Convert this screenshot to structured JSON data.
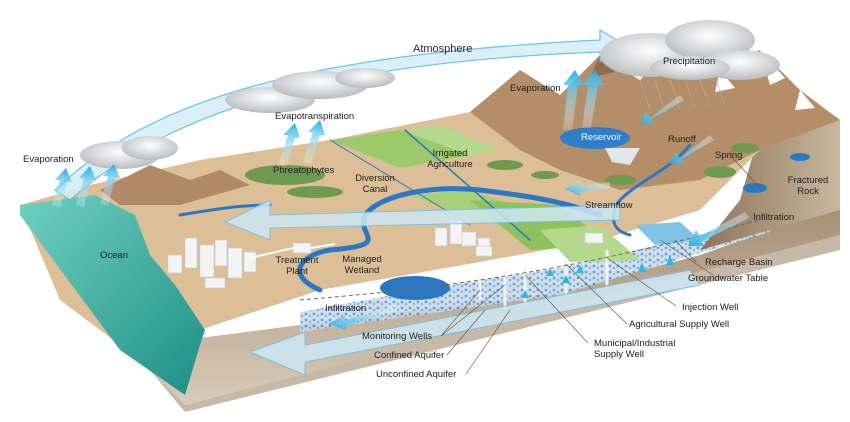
{
  "diagram": {
    "type": "hydrologic-cycle-cross-section",
    "colors": {
      "ocean": "#2fa79a",
      "land": "#d9b98e",
      "mountain": "#b08a66",
      "vegetation": "#6f9a4e",
      "field": "#9cc96a",
      "water": "#2a78c4",
      "arrow_flow": "#29b6e8",
      "arrow_band": "#d6eef8",
      "soil_side": "#c9b79f",
      "aquifer": "#4a8fd1"
    },
    "labels": {
      "atmosphere": "Atmosphere",
      "evaporation_ocean": "Evaporation",
      "evapotranspiration": "Evapotranspiration",
      "evaporation_reservoir": "Evaporation",
      "precipitation": "Precipitation",
      "phreatophytes": "Phreatophytes",
      "diversion_canal_1": "Diversion",
      "diversion_canal_2": "Canal",
      "irrigated_agriculture_1": "Irrigated",
      "irrigated_agriculture_2": "Agriculture",
      "reservoir": "Reservoir",
      "runoff": "Runoff",
      "spring": "Spring",
      "fractured_rock_1": "Fractured",
      "fractured_rock_2": "Rock",
      "streamflow": "Streamflow",
      "infiltration_mountain": "Infiltration",
      "recharge_basin": "Recharge Basin",
      "groundwater_table": "Groundwater Table",
      "ocean": "Ocean",
      "treatment_plant_1": "Treatment",
      "treatment_plant_2": "Plant",
      "managed_wetland_1": "Managed",
      "managed_wetland_2": "Wetland",
      "infiltration_wetland": "Infiltration",
      "monitoring_wells": "Monitoring Wells",
      "confined_aquifer": "Confined Aquifer",
      "unconfined_aquifer": "Unconfined Aquifer",
      "municipal_supply_well_1": "Municipal/Industrial",
      "municipal_supply_well_2": "Supply Well",
      "agricultural_supply_well": "Agricultural Supply Well",
      "injection_well": "Injection Well"
    }
  }
}
